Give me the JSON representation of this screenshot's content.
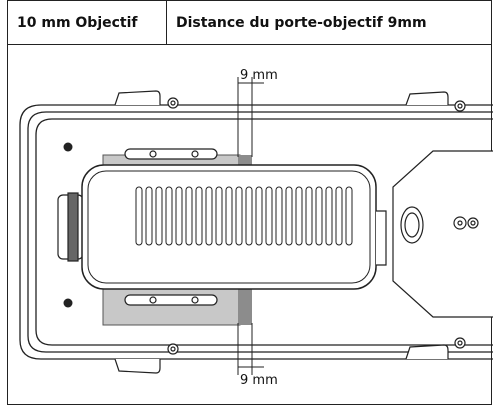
{
  "table": {
    "header_left": "10 mm Objectif",
    "header_right": "Distance du porte-objectif 9mm"
  },
  "figure": {
    "top_dimension_label": "9 mm",
    "bottom_dimension_label": "9 mm"
  }
}
